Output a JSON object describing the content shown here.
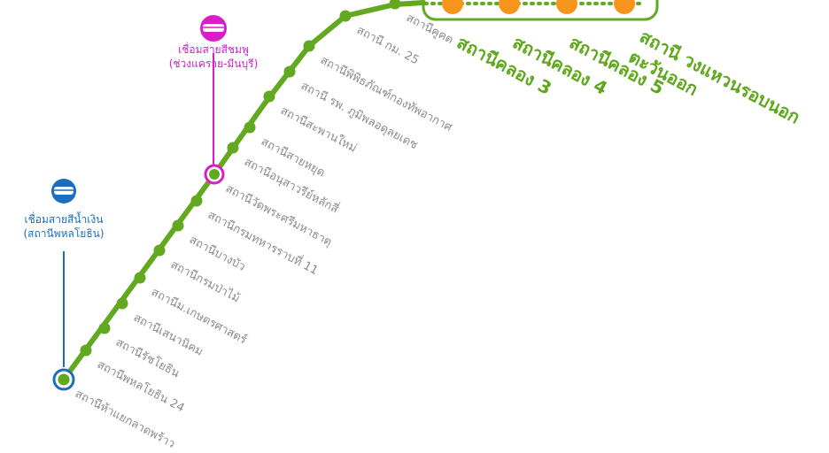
{
  "colors": {
    "line": "#62a820",
    "extension_station": "#f7941d",
    "pink": "#d91ec9",
    "blue": "#1d6dbf",
    "label": "#8c8c8c",
    "extension_label": "#5fa81c"
  },
  "stations": [
    "สถานีห้าแยกลาดพร้าว",
    "สถานีพหลโยธิน 24",
    "สถานีรัชโยธิน",
    "สถานีเสนานิคม",
    "สถานีม.เกษตรศาสตร์",
    "สถานีกรมป่าไม้",
    "สถานีบางบัว",
    "สถานีกรมทหารราบที่ 11",
    "สถานีวัดพระศรีมหาธาตุ",
    "สถานีอนุสาวรีย์หลักสี่",
    "สถานีสายหยุด",
    "สถานีสะพานใหม่",
    "สถานี รพ. ภูมิพลอดุลยเดช",
    "สถานีพิพิธภัณฑ์กองทัพอากาศ",
    "สถานี กม. 25",
    "สถานีคูคต"
  ],
  "extension_stations": [
    "สถานีคลอง 3",
    "สถานีคลอง 4",
    "สถานีคลอง 5",
    "สถานี วงแหวนรอบนอกตะวันออก"
  ],
  "connections": {
    "pink": {
      "icon": "train-icon",
      "line1": "เชื่อมสายสีชมพู",
      "line2": "(ช่วงแคราย-มีนบุรี)"
    },
    "blue": {
      "icon": "train-icon",
      "line1": "เชื่อมสายสีน้ำเงิน",
      "line2": "(สถานีพหลโยธิน)"
    }
  }
}
